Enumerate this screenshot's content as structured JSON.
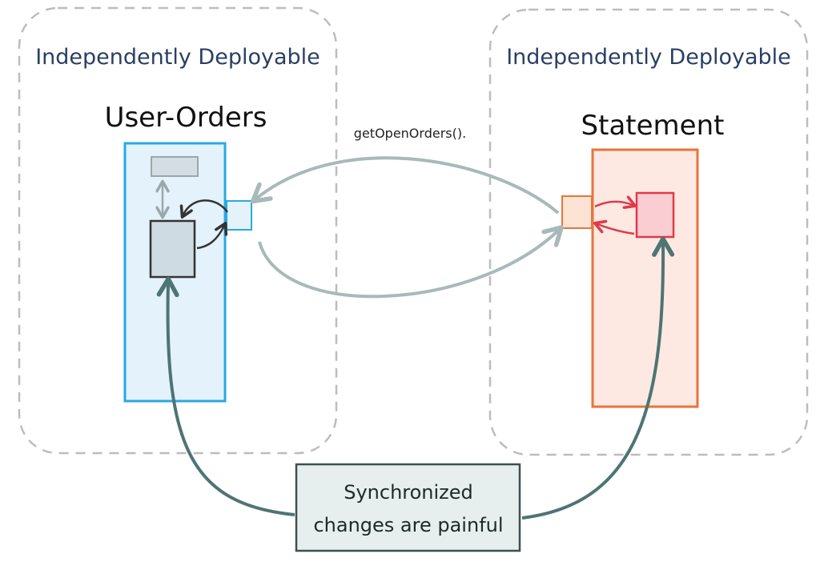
{
  "zones": [
    {
      "title": "Independently Deployable"
    },
    {
      "title": "Independently Deployable"
    }
  ],
  "services": {
    "left": {
      "name": "User-Orders"
    },
    "right": {
      "name": "Statement"
    }
  },
  "call": {
    "label": "getOpenOrders()."
  },
  "note": {
    "line1": "Synchronized",
    "line2": "changes are painful"
  },
  "colors": {
    "user_orders_stroke": "#2aa8e0",
    "user_orders_fill": "#e3f2fb",
    "statement_stroke": "#e8743b",
    "statement_fill": "#fde9e2",
    "statement_inner": "#e03a4a",
    "call_arrow": "#a9b9b9",
    "sync_arrow": "#4e7474",
    "zone_border": "#bdbdbd"
  }
}
